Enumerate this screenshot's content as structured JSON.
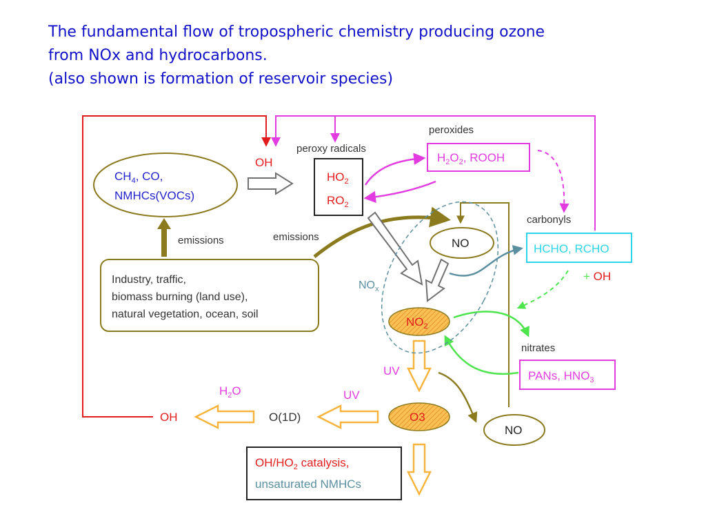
{
  "title": {
    "line1": "The fundamental flow of tropospheric chemistry producing ozone",
    "line2": "from NOx and hydrocarbons.",
    "line3": "(also shown is formation of reservoir species)"
  },
  "colors": {
    "title": "#1010c8",
    "olive": "#8b7a1e",
    "red": "#e21c1c",
    "magenta": "#e23ce0",
    "cyan": "#2cd5e8",
    "teal": "#5a8fa0",
    "green": "#4ee44e",
    "orange": "#f7b43c",
    "blue": "#2222cc"
  },
  "diagram": {
    "source_ellipse": {
      "line1_a": "CH",
      "line1_sub": "4",
      "line1_b": ", CO,",
      "line2": "NMHCs(VOCs)"
    },
    "oh_top": "OH",
    "peroxy_label": "peroxy radicals",
    "peroxy_box": {
      "ho2_a": "HO",
      "ho2_sub": "2",
      "ro2_a": "RO",
      "ro2_sub": "2"
    },
    "peroxides_label": "peroxides",
    "peroxides_box": {
      "a": "H",
      "sub1": "2",
      "b": "O",
      "sub2": "2",
      "c": ", ROOH"
    },
    "carbonyls_label": "carbonyls",
    "carbonyls_box": "HCHO, RCHO",
    "plus_oh": {
      "plus": "+ ",
      "oh": "OH"
    },
    "emissions_left": "emissions",
    "emissions_right": "emissions",
    "sources_box": {
      "line1": "Industry, traffic,",
      "line2": "biomass burning (land use),",
      "line3": "natural vegetation, ocean, soil"
    },
    "no_top": "NO",
    "nox_label": {
      "a": "NO",
      "sub": "x"
    },
    "no2": {
      "a": "NO",
      "sub": "2"
    },
    "nitrates_label": "nitrates",
    "nitrates_box": {
      "a": "PANs, HNO",
      "sub": "3"
    },
    "uv_1": "UV",
    "uv_2": "UV",
    "h2o": {
      "a": "H",
      "sub": "2",
      "b": "O"
    },
    "o3": "O3",
    "o1d": "O(1D)",
    "oh_bottom": "OH",
    "no_bottom": "NO",
    "catalysis_box": {
      "line1_a": "OH/HO",
      "line1_sub": "2",
      "line1_b": " catalysis,",
      "line2": "unsaturated NMHCs"
    }
  }
}
